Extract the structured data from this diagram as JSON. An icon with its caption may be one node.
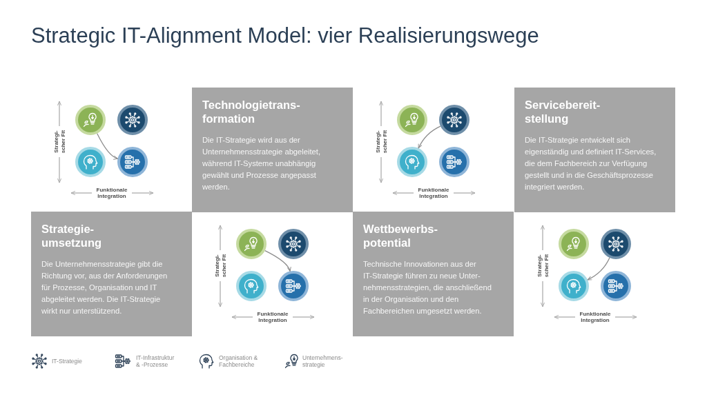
{
  "diagram": {
    "title": "Strategic IT-Alignment Model: vier Realisierungswege",
    "nodes": [
      {
        "text": [],
        "shape": "circle"
      },
      {
        "text": [],
        "shape": "circle"
      },
      {
        "text": [],
        "shape": "circle"
      },
      {
        "text": [],
        "shape": "circle"
      },
      {
        "text": [
          "Technologietrans- formation",
          "Die IT-Strategie wird aus der Unternehmensstrategie abgeleitet, während IT-Systeme unabhängig gewählt und Prozesse angepasst werden."
        ]
      },
      {
        "text": [],
        "shape": "circle"
      },
      {
        "text": [],
        "shape": "circle"
      },
      {
        "text": [],
        "shape": "circle"
      },
      {
        "text": [],
        "shape": "circle"
      },
      {
        "text": [
          "Servicebereit- stellung",
          "Die IT-Strategie entwickelt sich eigenständig und definiert IT-Services, die dem Fachbereich zur Verfügung gestellt und in die Geschäftsprozesse integriert werden."
        ]
      },
      {
        "text": [
          "Strategie- umsetzung",
          "Die Unternehmensstrategie gibt die Richtung vor, aus der Anforderungen für Prozesse, Organisation und IT abgeleitet werden. Die IT-Strategie wirkt nur unterstützend."
        ]
      },
      {
        "text": [],
        "shape": "circle"
      },
      {
        "text": [],
        "shape": "circle"
      },
      {
        "text": [],
        "shape": "circle"
      },
      {
        "text": [],
        "shape": "circle"
      },
      {
        "text": [
          "Wettbewerbs- potential",
          "Technische Innovationen aus der IT-Strategie führen zu neue Unter- nehmensstrategien, die anschließend in der Organisation und den Fachbereichen umgesetzt werden."
        ]
      },
      {
        "text": [],
        "shape": "circle"
      },
      {
        "text": [],
        "shape": "circle"
      },
      {
        "text": [],
        "shape": "circle"
      },
      {
        "text": [],
        "shape": "circle"
      }
    ],
    "edges": [
      {
        "from": 0,
        "to": 3,
        "arrow": "to"
      },
      {
        "from": 6,
        "to": 7,
        "arrow": "to"
      },
      {
        "from": 11,
        "to": 14,
        "arrow": "to"
      },
      {
        "from": 17,
        "to": 18,
        "arrow": "to"
      }
    ],
    "labels": [
      "Strategi- scher Fit",
      "Funktionale Integration",
      "Strategi- scher Fit",
      "Funktionale Integration",
      "Strategi- scher Fit",
      "Funktionale Integration",
      "Strategi- scher Fit",
      "Funktionale Integration"
    ],
    "legend": [
      {
        "text": "IT-Strategie"
      },
      {
        "text": "IT-Infrastruktur & -Prozesse"
      },
      {
        "text": "Organisation & Fachbereiche"
      },
      {
        "text": "Unternehmens- strategie"
      }
    ]
  }
}
